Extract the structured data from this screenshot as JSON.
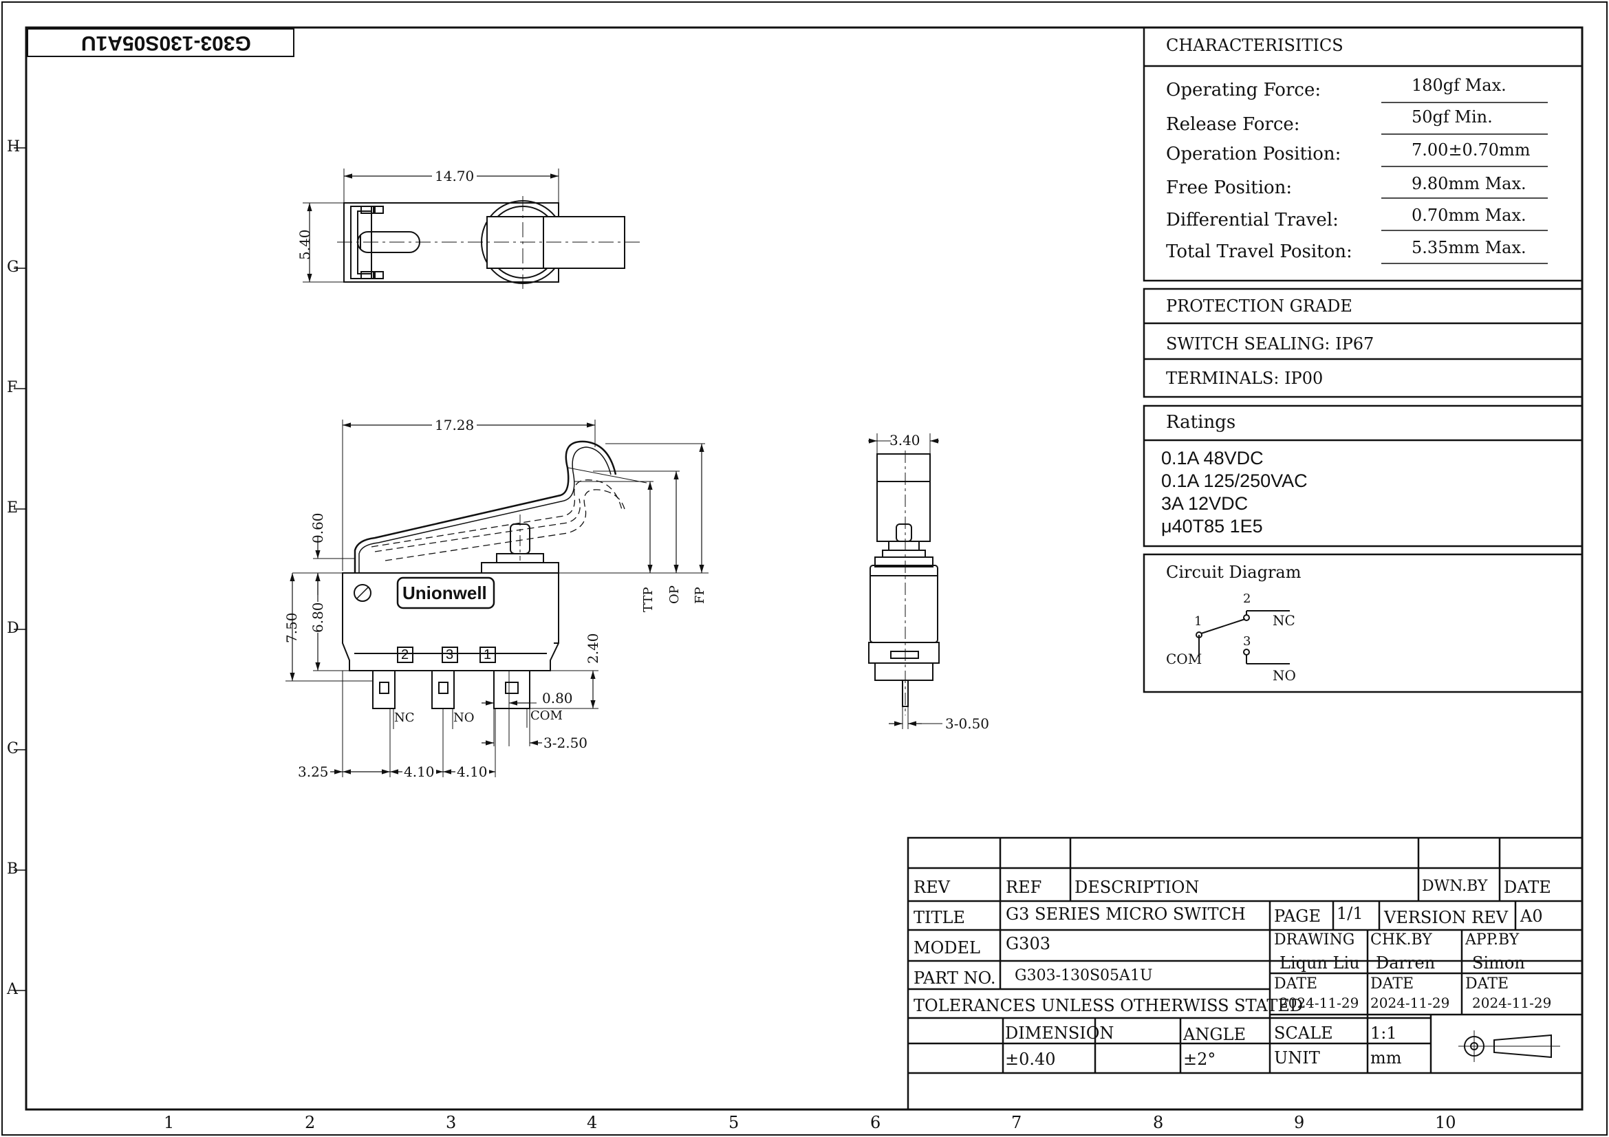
{
  "header": {
    "part_code_mirrored": "G303-130S05A1U"
  },
  "grid": {
    "rows": [
      "H",
      "G",
      "F",
      "E",
      "D",
      "C",
      "B",
      "A"
    ],
    "columns": [
      "1",
      "2",
      "3",
      "4",
      "5",
      "6",
      "7",
      "8",
      "9",
      "10"
    ]
  },
  "dimensions": {
    "top_width": "14.70",
    "top_height": "5.40",
    "overall_length": "17.28",
    "lever_offset": "0.60",
    "height_750": "7.50",
    "height_680": "6.80",
    "terminal_height": "2.40",
    "terminal_width": "0.80",
    "terminal_pitch_3x": "3-2.50",
    "terminal_first": "3.25",
    "pitch_1": "4.10",
    "pitch_2": "4.10",
    "ttp": "TTP",
    "op": "OP",
    "fp": "FP",
    "side_width": "3.40",
    "side_thickness": "3-0.50"
  },
  "switch_body": {
    "brand": "Unionwell",
    "terminal_numbers": [
      "2",
      "3",
      "1"
    ],
    "terminal_labels": [
      "NC",
      "NO",
      "COM"
    ]
  },
  "characteristics": {
    "heading": "CHARACTERISITICS",
    "rows": [
      {
        "label": "Operating Force:",
        "value": "180gf Max."
      },
      {
        "label": "Release Force:",
        "value": "50gf Min."
      },
      {
        "label": "Operation Position:",
        "value": "7.00±0.70mm"
      },
      {
        "label": "Free Position:",
        "value": "9.80mm Max."
      },
      {
        "label": "Differential Travel:",
        "value": "0.70mm Max."
      },
      {
        "label": "Total Travel Positon:",
        "value": "5.35mm Max."
      }
    ]
  },
  "protection": {
    "heading": "PROTECTION GRADE",
    "sealing": "SWITCH SEALING: IP67",
    "terminals": "TERMINALS: IP00"
  },
  "ratings": {
    "heading": "Ratings",
    "lines": [
      "0.1A 48VDC",
      "0.1A 125/250VAC",
      "3A 12VDC",
      "μ40T85 1E5"
    ]
  },
  "circuit": {
    "heading": "Circuit Diagram",
    "pin1": "1",
    "pin2": "2",
    "pin3": "3",
    "com": "COM",
    "nc": "NC",
    "no": "NO"
  },
  "title_block": {
    "rev_label": "REV",
    "ref_label": "REF",
    "desc_label": "DESCRIPTION",
    "dwn_label": "DWN.BY",
    "date_label": "DATE",
    "title_label": "TITLE",
    "title_value": "G3 SERIES MICRO SWITCH",
    "page_label": "PAGE",
    "page_value": "1/1",
    "version_label": "VERSION REV",
    "version_value": "A0",
    "model_label": "MODEL",
    "model_value": "G303",
    "drawing_label": "DRAWING",
    "drawing_value": "Liqun Liu",
    "chk_label": "CHK.BY",
    "chk_value": "Darren",
    "app_label": "APP.BY",
    "app_value": "Simon",
    "part_label": "PART NO.",
    "part_value": "G303-130S05A1U",
    "date1_label": "DATE",
    "date1_value": "2024-11-29",
    "date2_label": "DATE",
    "date2_value": "2024-11-29",
    "date3_label": "DATE",
    "date3_value": "2024-11-29",
    "tolerance": "TOLERANCES UNLESS OTHERWISS STATED",
    "dimension_label": "DIMENSION",
    "dimension_value": "±0.40",
    "angle_label": "ANGLE",
    "angle_value": "±2°",
    "scale_label": "SCALE",
    "scale_value": "1:1",
    "unit_label": "UNIT",
    "unit_value": "mm"
  }
}
